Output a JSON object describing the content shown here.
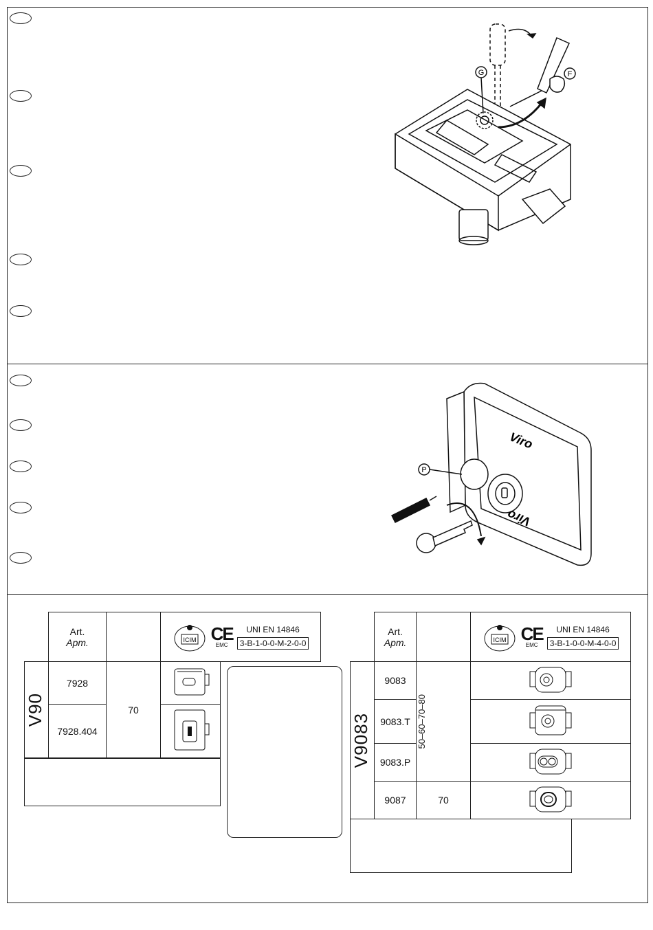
{
  "top_illustration": {
    "callouts": [
      "G",
      "F"
    ]
  },
  "mid_illustration": {
    "callouts": [
      "P"
    ],
    "brand_mark": "Viro"
  },
  "v90_table": {
    "model": "V90",
    "header_art": "Art.",
    "header_art_ru": "Арт.",
    "cert_standard": "UNI EN 14846",
    "cert_code": "3-B-1-0-0-M-2-0-0",
    "cert_ce": "CE",
    "cert_emc": "EMC",
    "cert_logo": "ICIM",
    "rows": [
      {
        "art": "7928",
        "icon": "lock-front-icon"
      },
      {
        "art": "7928.404",
        "icon": "lock-keyhole-icon"
      }
    ],
    "size": "70"
  },
  "v9083_table": {
    "model": "V9083",
    "header_art": "Art.",
    "header_art_ru": "Арт.",
    "cert_standard": "UNI EN 14846",
    "cert_code": "3-B-1-0-0-M-4-0-0",
    "cert_ce": "CE",
    "cert_emc": "EMC",
    "cert_logo": "ICIM",
    "rows": [
      {
        "art": "9083",
        "icon": "cylinder-lock-icon"
      },
      {
        "art": "9083.T",
        "icon": "cylinder-lock-cover-icon"
      },
      {
        "art": "9083.P",
        "icon": "push-button-lock-icon"
      },
      {
        "art": "9087",
        "icon": "oval-lock-icon"
      }
    ],
    "size_group": "50–60–70–80",
    "size_single": "70"
  }
}
